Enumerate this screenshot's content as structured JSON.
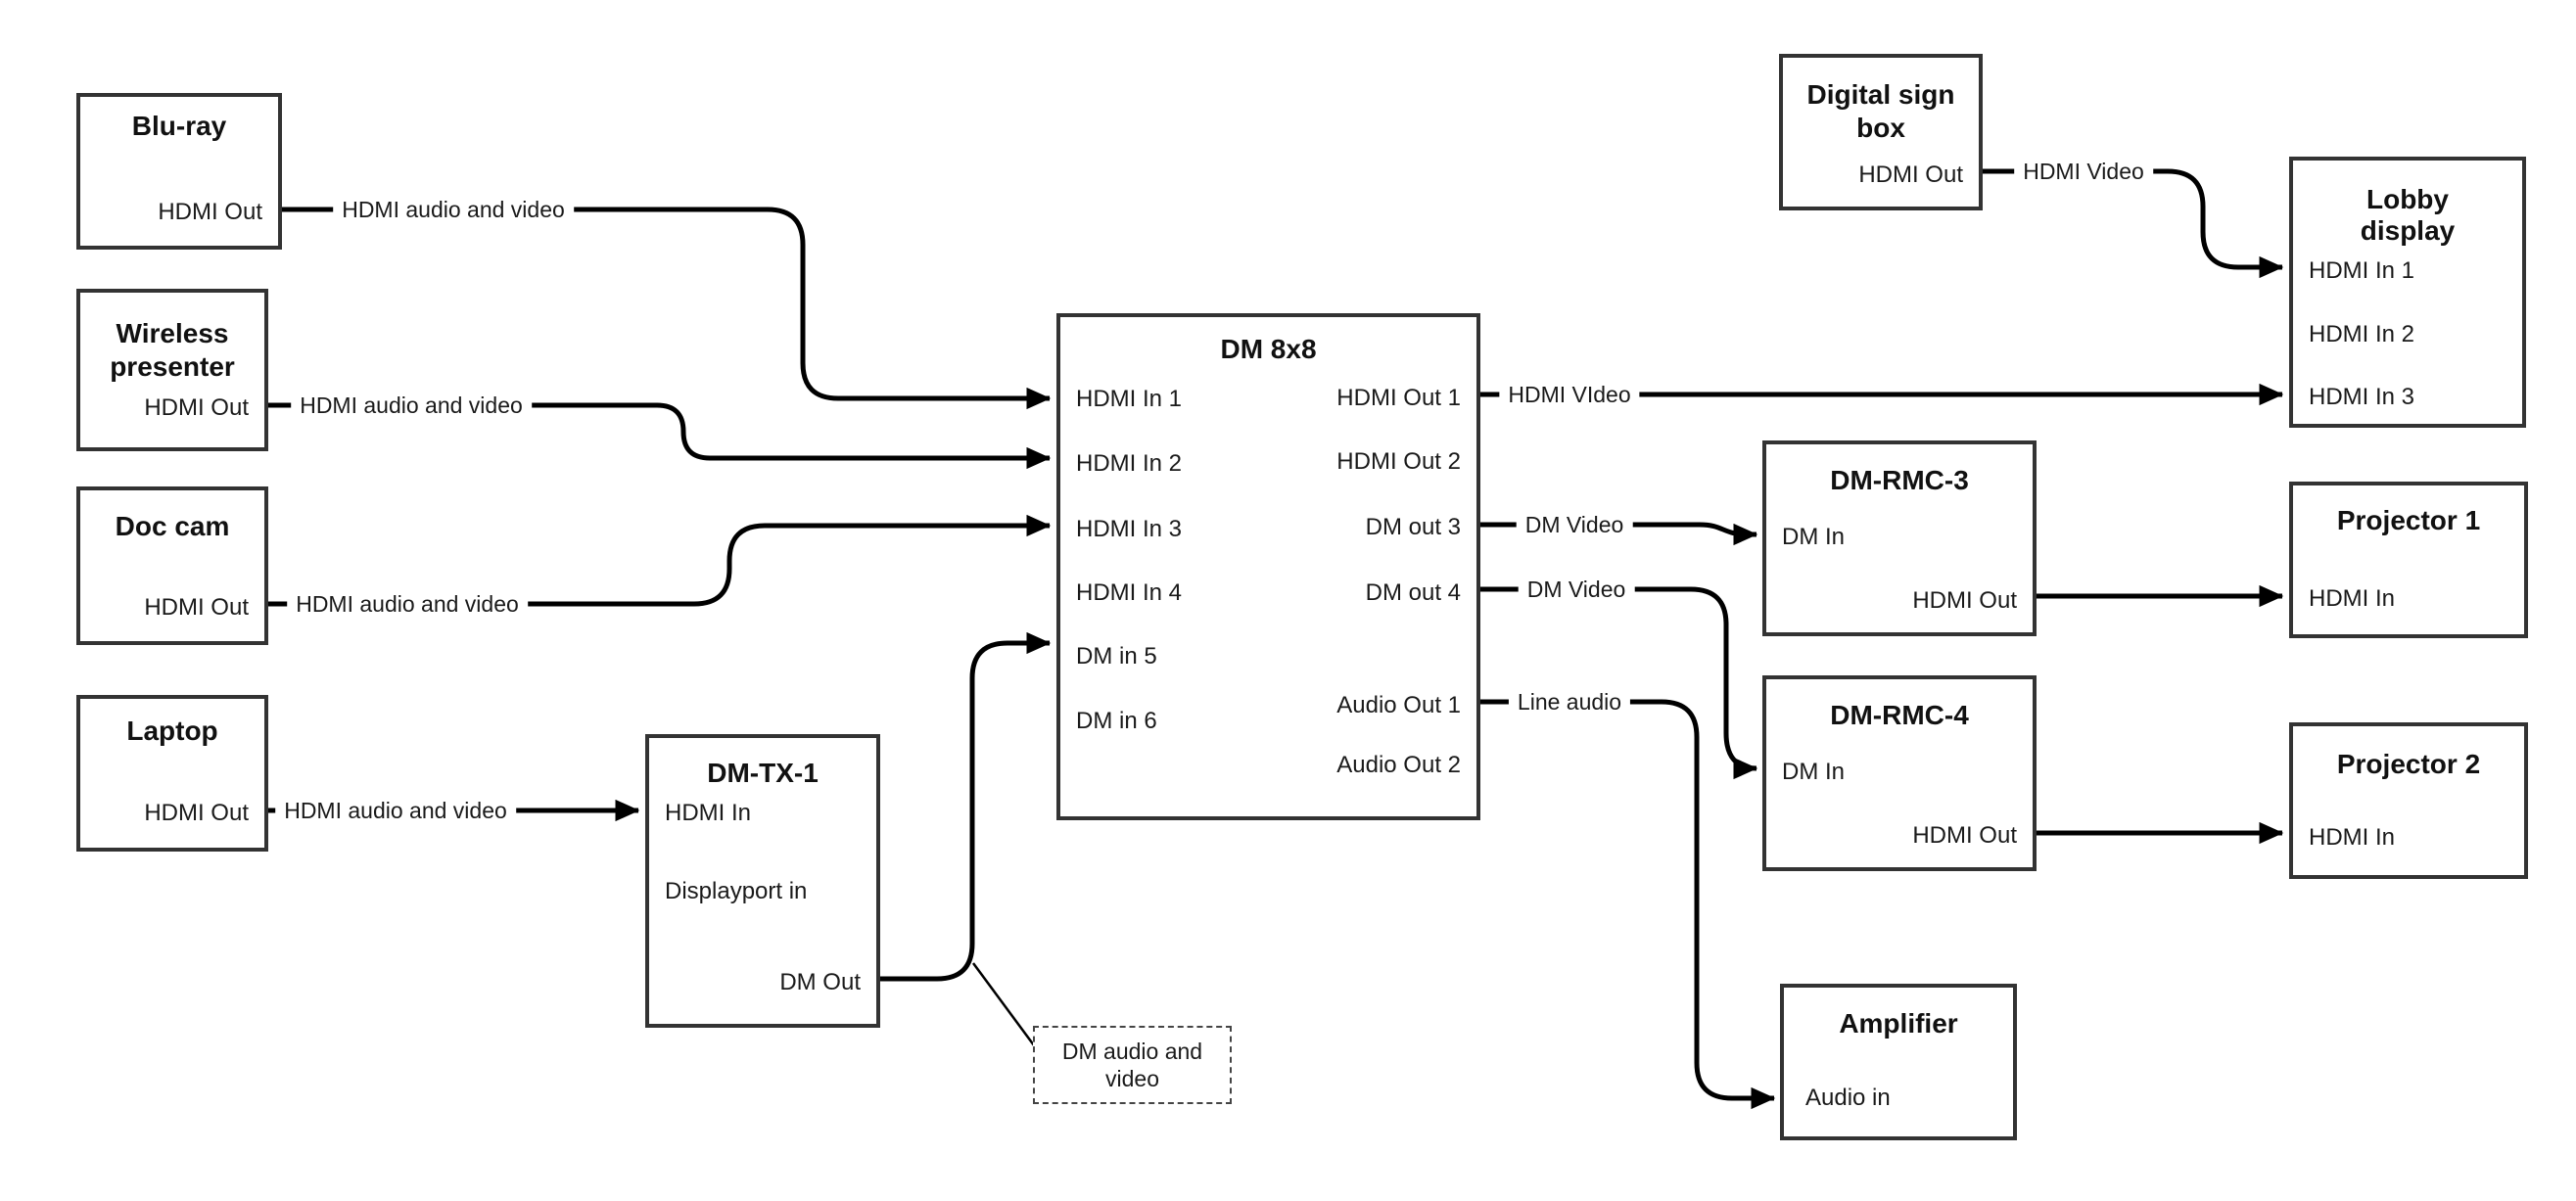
{
  "colors": {
    "line": "#000000",
    "box_border": "#333333",
    "text": "#1a1a1a"
  },
  "nodes": {
    "bluray": {
      "title": "Blu-ray",
      "ports": {
        "hdmi_out": "HDMI Out"
      }
    },
    "wireless_presenter": {
      "title": "Wireless presenter",
      "ports": {
        "hdmi_out": "HDMI Out"
      }
    },
    "doc_cam": {
      "title": "Doc cam",
      "ports": {
        "hdmi_out": "HDMI Out"
      }
    },
    "laptop": {
      "title": "Laptop",
      "ports": {
        "hdmi_out": "HDMI Out"
      }
    },
    "dm_tx_1": {
      "title": "DM-TX-1",
      "ports": {
        "hdmi_in": "HDMI In",
        "displayport_in": "Displayport in",
        "dm_out": "DM Out"
      }
    },
    "dm_8x8": {
      "title": "DM 8x8",
      "ports": {
        "hdmi_in_1": "HDMI In 1",
        "hdmi_in_2": "HDMI In 2",
        "hdmi_in_3": "HDMI In 3",
        "hdmi_in_4": "HDMI In 4",
        "dm_in_5": "DM in 5",
        "dm_in_6": "DM in 6",
        "hdmi_out_1": "HDMI Out 1",
        "hdmi_out_2": "HDMI Out 2",
        "dm_out_3": "DM out 3",
        "dm_out_4": "DM out 4",
        "audio_out_1": "Audio Out 1",
        "audio_out_2": "Audio Out 2"
      }
    },
    "digital_sign_box": {
      "title": "Digital sign box",
      "ports": {
        "hdmi_out": "HDMI Out"
      }
    },
    "lobby_display": {
      "title": "Lobby display",
      "ports": {
        "hdmi_in_1": "HDMI In 1",
        "hdmi_in_2": "HDMI In 2",
        "hdmi_in_3": "HDMI In 3"
      }
    },
    "dm_rmc_3": {
      "title": "DM-RMC-3",
      "ports": {
        "dm_in": "DM In",
        "hdmi_out": "HDMI Out"
      }
    },
    "projector_1": {
      "title": "Projector 1",
      "ports": {
        "hdmi_in": "HDMI In"
      }
    },
    "dm_rmc_4": {
      "title": "DM-RMC-4",
      "ports": {
        "dm_in": "DM In",
        "hdmi_out": "HDMI Out"
      }
    },
    "projector_2": {
      "title": "Projector 2",
      "ports": {
        "hdmi_in": "HDMI In"
      }
    },
    "amplifier": {
      "title": "Amplifier",
      "ports": {
        "audio_in": "Audio in"
      }
    }
  },
  "connection_labels": {
    "bluray_to_dm8x8": "HDMI audio and video",
    "wireless_to_dm8x8": "HDMI audio and video",
    "doccam_to_dm8x8": "HDMI audio and video",
    "laptop_to_dmtx1": "HDMI audio and video",
    "dm8x8_out1_to_lobby": "HDMI VIdeo",
    "dm8x8_out3_to_rmc3": "DM Video",
    "dm8x8_out4_to_rmc4": "DM Video",
    "dm8x8_audio1_to_amp": "Line audio",
    "digsign_to_lobby": "HDMI Video"
  },
  "callout": {
    "text": "DM audio and video"
  }
}
